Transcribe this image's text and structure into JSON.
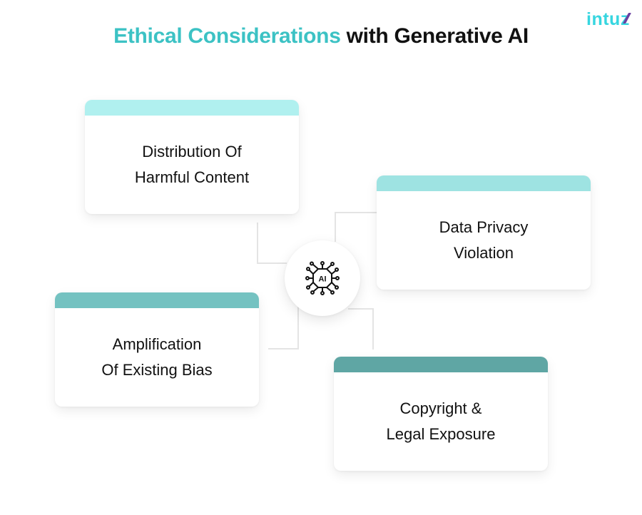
{
  "header": {
    "title_accent": "Ethical Considerations",
    "title_rest": " with Generative AI",
    "logo_text": "intu",
    "logo_z": "z"
  },
  "hub": {
    "icon": "ai-chip-icon",
    "label": "AI"
  },
  "cards": [
    {
      "label": "Distribution Of\nHarmful Content",
      "bar_color": "#b0f0ef"
    },
    {
      "label": "Data Privacy\n Violation",
      "bar_color": "#9ee3e2"
    },
    {
      "label": "Amplification\nOf Existing Bias",
      "bar_color": "#74c2c1"
    },
    {
      "label": "Copyright &\nLegal Exposure",
      "bar_color": "#5fa6a4"
    }
  ],
  "colors": {
    "accent": "#3cc2c4",
    "connector": "#e4e4e4",
    "text": "#111111"
  }
}
